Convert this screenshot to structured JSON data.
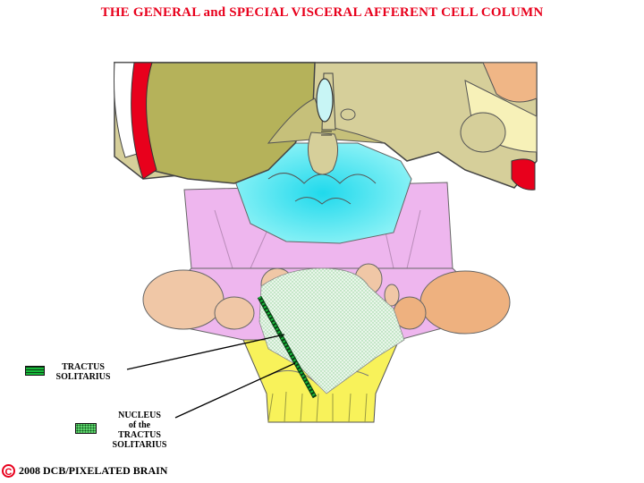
{
  "title": "THE GENERAL and SPECIAL VISCERAL AFFERENT CELL COLUMN",
  "legend": {
    "tract_line1": "TRACTUS",
    "tract_line2": "SOLITARIUS",
    "nucleus_line1": "NUCLEUS",
    "nucleus_line2": "of the",
    "nucleus_line3": "TRACTUS",
    "nucleus_line4": "SOLITARIUS"
  },
  "copyright": {
    "symbol": "C",
    "text": "2008  DCB/PIXELATED BRAIN"
  },
  "colors": {
    "title": "#e8001c",
    "olive": "#b5b25a",
    "khaki": "#d6cf9a",
    "pink": "#eeb6ee",
    "cyan": "#5fe8f0",
    "peach": "#f0c7a6",
    "yellow": "#f8f25a",
    "red": "#e8001c",
    "nucleus_green": "#5fd36d",
    "tract_green": "#16b83a"
  }
}
